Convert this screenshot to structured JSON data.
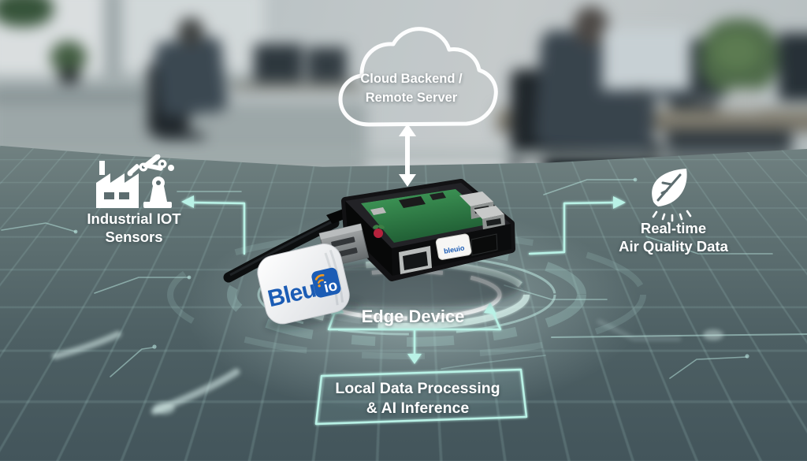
{
  "diagram": {
    "cloud": {
      "line1": "Cloud Backend /",
      "line2": "Remote Server"
    },
    "industrial": {
      "line1": "Industrial IOT",
      "line2": "Sensors"
    },
    "air_quality": {
      "line1": "Real-time",
      "line2": "Air Quality Data"
    },
    "edge_device_label": "Edge Device",
    "processing": {
      "line1": "Local Data Processing",
      "line2": "& AI Inference"
    },
    "dongle": {
      "brand": "Bleu",
      "badge": "io"
    },
    "pi_dongle_text": "bleuio"
  },
  "icons": {
    "cloud": "cloud-outline-icon",
    "between_cloud_and_device": "bidirectional-arrow-icon",
    "left": "factory-robot-icon",
    "right": "leaf-icon"
  },
  "colors": {
    "accent_teal": "#b9f2e6",
    "arrow_white": "#ffffff",
    "dongle_blue": "#1b5cb5",
    "dongle_orange": "#f59a1d",
    "pcb_green": "#2f8b4e"
  }
}
